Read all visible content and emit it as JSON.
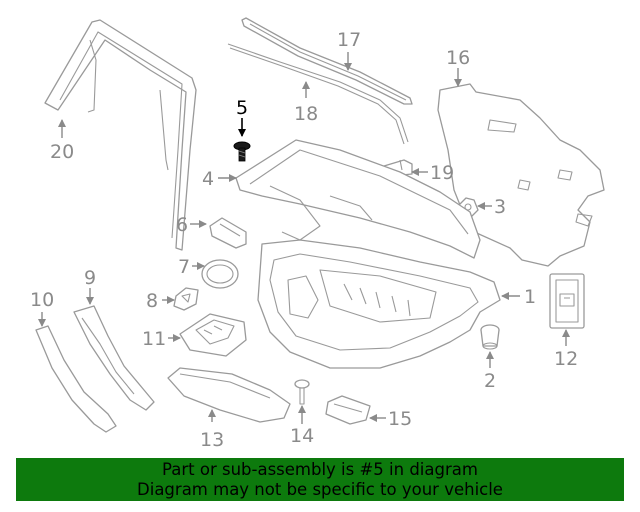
{
  "diagram": {
    "highlight_color": "#000000",
    "callout_color": "#8a8a8a",
    "callouts": {
      "c1": "1",
      "c2": "2",
      "c3": "3",
      "c4": "4",
      "c5": "5",
      "c6": "6",
      "c7": "7",
      "c8": "8",
      "c9": "9",
      "c10": "10",
      "c11": "11",
      "c12": "12",
      "c13": "13",
      "c14": "14",
      "c15": "15",
      "c16": "16",
      "c17": "17",
      "c18": "18",
      "c19": "19",
      "c20": "20"
    },
    "highlighted_part": "5"
  },
  "banner": {
    "line1": "Part or sub-assembly is #5 in diagram",
    "line2": "Diagram may not be specific to your vehicle",
    "color": "#0d7a0d"
  }
}
